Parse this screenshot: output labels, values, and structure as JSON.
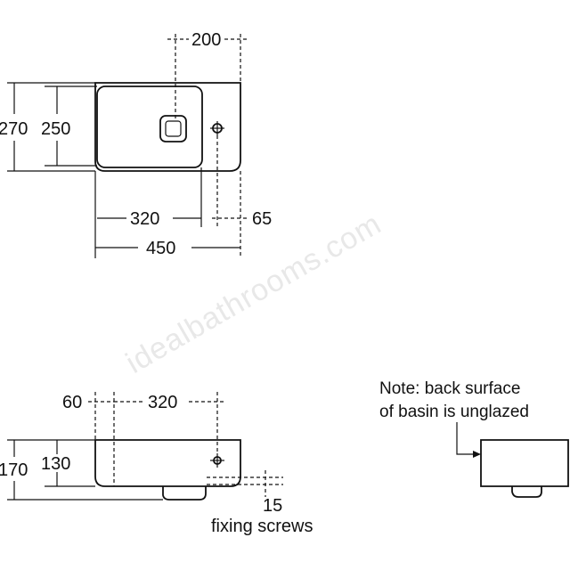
{
  "watermark": "idealbathrooms.com",
  "top_view": {
    "dim_tap_offset": "200",
    "dim_overall_depth": "270",
    "dim_bowl_depth": "250",
    "dim_bowl_width": "320",
    "dim_tap_edge": "65",
    "dim_overall_width": "450"
  },
  "front_view": {
    "dim_left_offset": "60",
    "dim_bowl_width": "320",
    "dim_overall_height": "170",
    "dim_bowl_height": "130",
    "dim_screw_offset": "15",
    "screws_label": "fixing screws"
  },
  "side_view": {
    "note_line1": "Note: back surface",
    "note_line2": "of basin is unglazed"
  }
}
